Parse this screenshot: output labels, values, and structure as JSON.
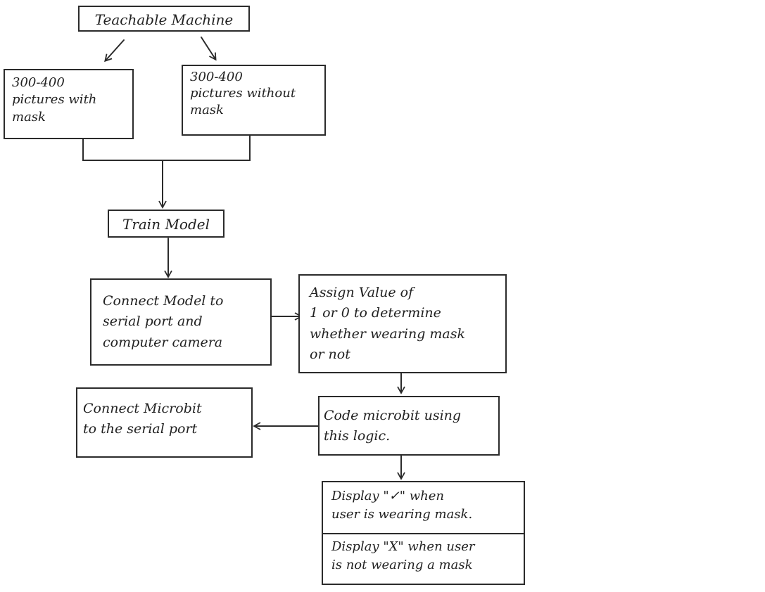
{
  "boxes": {
    "teachable_machine": {
      "text": "Teachable Machine"
    },
    "with_mask": {
      "lines": [
        "300-400",
        "pictures with",
        "mask"
      ]
    },
    "without_mask": {
      "lines": [
        "300-400",
        "pictures without",
        "mask"
      ]
    },
    "train_model": {
      "text": "Train Model"
    },
    "connect_model": {
      "lines": [
        "Connect Model to",
        "serial port and",
        "computer camera"
      ]
    },
    "assign_value": {
      "lines": [
        "Assign Value of",
        "1 or 0 to determine",
        "whether wearing mask",
        "or not"
      ]
    },
    "connect_microbit": {
      "lines": [
        "Connect Microbit",
        "to the serial port"
      ]
    },
    "code_microbit": {
      "lines": [
        "Code microbit using",
        "this logic."
      ]
    },
    "display_check": {
      "lines": [
        "Display \"✓\" when",
        "user is wearing mask."
      ]
    },
    "display_x": {
      "lines": [
        "Display \"X\" when user",
        "is not wearing a mask"
      ]
    }
  },
  "colors": {
    "ink": "#2b2b2b",
    "background": "#ffffff"
  }
}
